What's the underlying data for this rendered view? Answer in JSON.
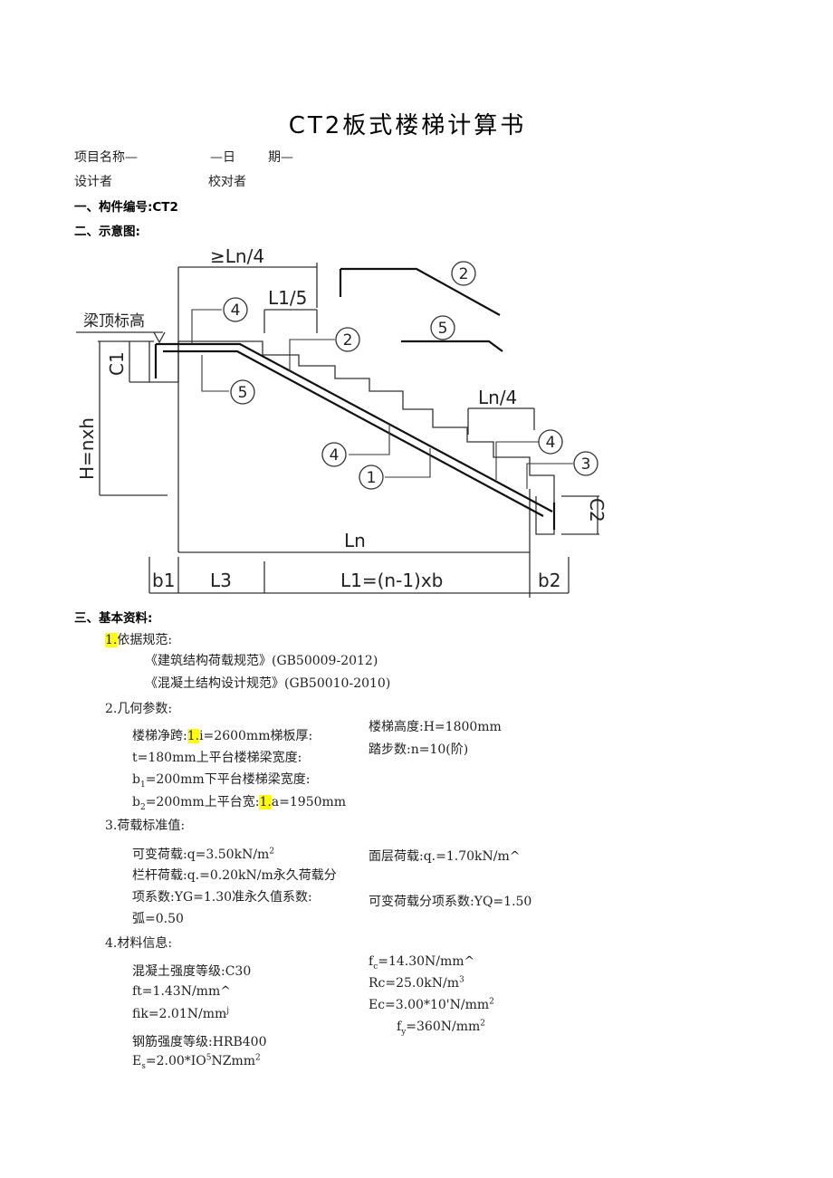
{
  "document": {
    "title": "CT2板式楼梯计算书",
    "meta": {
      "project_name_label": "项目名称—",
      "date_label_a": "—日",
      "date_label_b": "期—",
      "designer_label": "设计者",
      "checker_label": "校对者"
    },
    "sections": {
      "s1": "一、构件编号:CT2",
      "s2": "二、示意图:",
      "s3": "三、基本资料:"
    }
  },
  "diagram": {
    "labels": {
      "ge_ln4": "≥Ln/4",
      "l1_5": "L1/5",
      "ln4": "Ln/4",
      "beam_top": "梁顶标高",
      "c1": "C1",
      "c2": "C2",
      "h": "H=nxh",
      "ln": "Ln",
      "b1": "b1",
      "l3": "L3",
      "l1": "L1=(n-1)xb",
      "b2": "b2"
    },
    "bubbles": [
      "1",
      "2",
      "3",
      "4",
      "5"
    ]
  },
  "basic": {
    "codes": {
      "head_num": "1.",
      "head_text": "依据规范:",
      "code1": "《建筑结构荷载规范》(GB50009-2012)",
      "code2": "《混凝土结构设计规范》(GB50010-2010)"
    },
    "geometry": {
      "head": "2.几何参数:",
      "l1_a": "楼梯净跨:",
      "l1_hl": "1.",
      "l1_b": "i=2600mm梯板厚:",
      "l2": "t=180mm上平台楼梯梁宽度:",
      "l3_a": "b",
      "l3_sub": "1",
      "l3_b": "=200mm下平台楼梯梁宽度:",
      "l4_a": "b",
      "l4_sub": "2",
      "l4_b": "=200mm上平台宽:",
      "l4_hl": "1.",
      "l4_c": "a=1950mm",
      "r1": "楼梯高度:H=1800mm",
      "r2": "踏步数:n=10(阶)"
    },
    "loads": {
      "head": "3.荷载标准值:",
      "l1_a": "可变荷载:q=3.50kN/m",
      "l1_sup": "2",
      "l2": "栏杆荷载:q.=0.20kN/m永久荷载分",
      "l3": "项系数:YG=1.30准永久值系数:",
      "l4": "弧=0.50",
      "r1": "面层荷载:q.=1.70kN/m^",
      "r2": "可变荷载分项系数:YQ=1.50"
    },
    "materials": {
      "head": "4.材料信息:",
      "l1": "混凝土强度等级:C30",
      "l2": "ft=1.43N/mm^",
      "l3": "fik=2.01N/mm",
      "l3_sup": "j",
      "l4": "钢筋强度等级:HRB400",
      "l5_a": "E",
      "l5_sub": "s",
      "l5_b": "=2.00*IO",
      "l5_sup": "5",
      "l5_c": "NZmm",
      "l5_sup2": "2",
      "r1_a": "f",
      "r1_sub": "c",
      "r1_b": "=14.30N/mm^",
      "r2_a": "Rc=25.0kN/m",
      "r2_sup": "3",
      "r3_a": "Ec=3.00*10'N/mm",
      "r3_sup": "2",
      "r4_a": "f",
      "r4_sub": "y",
      "r4_b": "=360N/mm",
      "r4_sup": "2"
    }
  }
}
